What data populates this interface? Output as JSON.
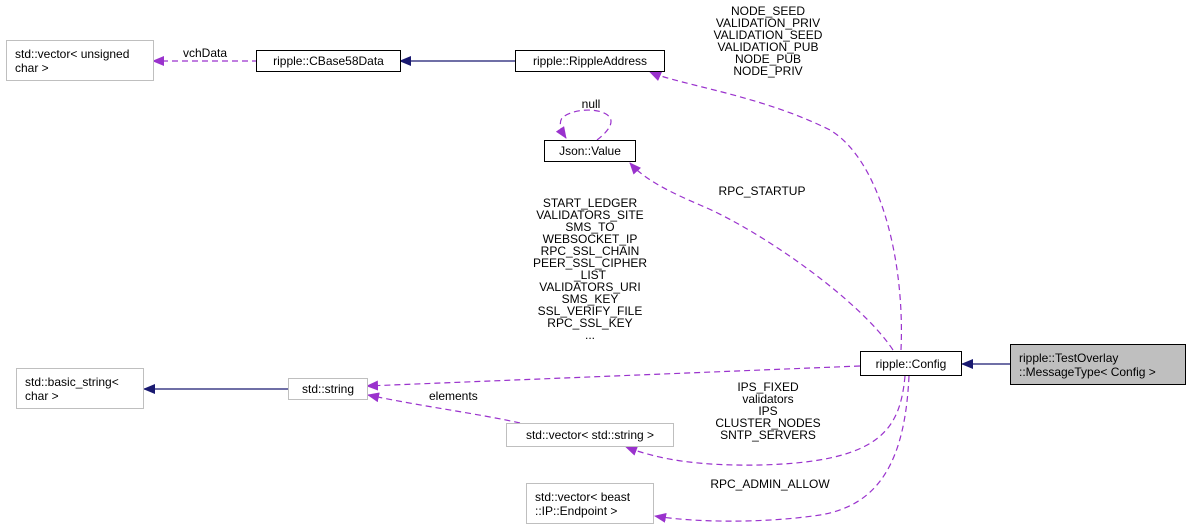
{
  "colors": {
    "inherit_edge": "#191970",
    "usage_edge": "#9a32cd",
    "node_border_gray": "#bfbfbf",
    "highlight_fill": "#bfbfbf"
  },
  "nodes": {
    "vector_uchar": [
      "std::vector< unsigned",
      "char >"
    ],
    "cbase58data": [
      "ripple::CBase58Data"
    ],
    "rippleaddress": [
      "ripple::RippleAddress"
    ],
    "json_value": [
      "Json::Value"
    ],
    "basic_string": [
      "std::basic_string<",
      "char >"
    ],
    "std_string": [
      "std::string"
    ],
    "config": [
      "ripple::Config"
    ],
    "messagetype": [
      "ripple::TestOverlay",
      "::MessageType< Config >"
    ],
    "vector_string": [
      "std::vector< std::string >"
    ],
    "vector_endpoint": [
      "std::vector< beast",
      "::IP::Endpoint >"
    ]
  },
  "edge_labels": {
    "vchdata": [
      "vchData"
    ],
    "null": [
      "null"
    ],
    "rippleaddress_members": [
      "NODE_SEED",
      "VALIDATION_PRIV",
      "VALIDATION_SEED",
      "VALIDATION_PUB",
      "NODE_PUB",
      "NODE_PRIV"
    ],
    "rpc_startup": [
      "RPC_STARTUP"
    ],
    "string_members": [
      "START_LEDGER",
      "VALIDATORS_SITE",
      "SMS_TO",
      "WEBSOCKET_IP",
      "RPC_SSL_CHAIN",
      "PEER_SSL_CIPHER",
      "_LIST",
      "VALIDATORS_URI",
      "SMS_KEY",
      "SSL_VERIFY_FILE",
      "RPC_SSL_KEY",
      "..."
    ],
    "elements": [
      "elements"
    ],
    "vector_string_members": [
      "IPS_FIXED",
      "validators",
      "IPS",
      "CLUSTER_NODES",
      "SNTP_SERVERS"
    ],
    "rpc_admin_allow": [
      "RPC_ADMIN_ALLOW"
    ]
  }
}
